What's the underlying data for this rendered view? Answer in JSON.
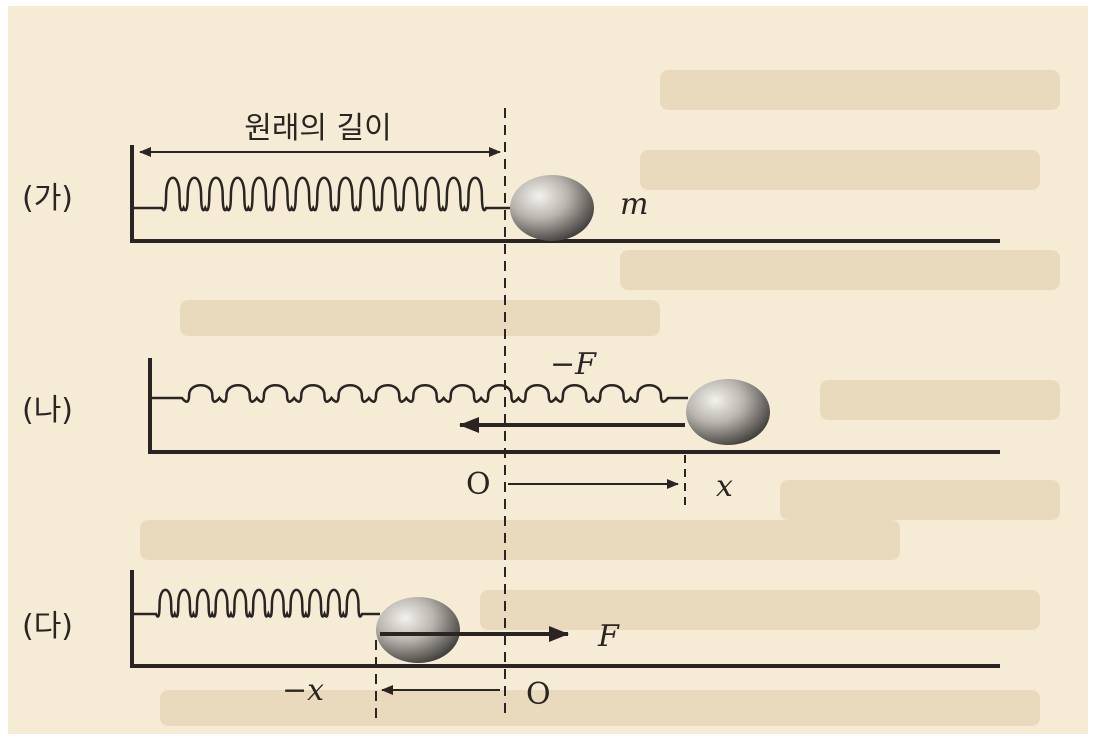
{
  "colors": {
    "paper": "#f6ecd6",
    "ink": "#2a2522",
    "ball_light": "#f2f0ec",
    "ball_dark": "#3a3836"
  },
  "labels": {
    "natural_length": "원래의 길이",
    "panel_a": "(가)",
    "panel_b": "(나)",
    "panel_c": "(다)",
    "mass": "m",
    "force_neg": "−F",
    "force_pos": "F",
    "origin_b": "O",
    "disp_pos": "x",
    "origin_c": "O",
    "disp_neg": "−x"
  },
  "springs": {
    "panel_a_coils": 15,
    "panel_b_coils": 13,
    "panel_c_coils": 11
  }
}
